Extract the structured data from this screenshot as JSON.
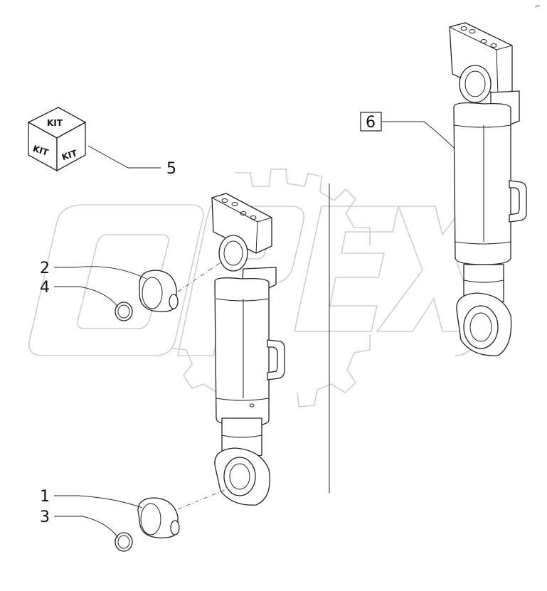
{
  "watermark": {
    "text": "OPEX",
    "color": "#cfcfcf"
  },
  "corner_mark": "⌐",
  "kit_box": {
    "icon": "kit-box-icon",
    "faces": [
      "KIT",
      "KIT",
      "KIT"
    ]
  },
  "callouts": [
    {
      "id": "1",
      "label": "1"
    },
    {
      "id": "2",
      "label": "2"
    },
    {
      "id": "3",
      "label": "3"
    },
    {
      "id": "4",
      "label": "4"
    },
    {
      "id": "5",
      "label": "5"
    },
    {
      "id": "6",
      "label": "6",
      "boxed": true
    }
  ],
  "parts": [
    {
      "name": "hydraulic-cylinder",
      "icon": "hydraulic-cylinder-icon"
    },
    {
      "name": "hydraulic-cylinder-assembly",
      "icon": "hydraulic-cylinder-icon"
    },
    {
      "name": "ball-joint",
      "icon": "ball-joint-icon"
    },
    {
      "name": "snap-ring",
      "icon": "snap-ring-icon"
    }
  ]
}
